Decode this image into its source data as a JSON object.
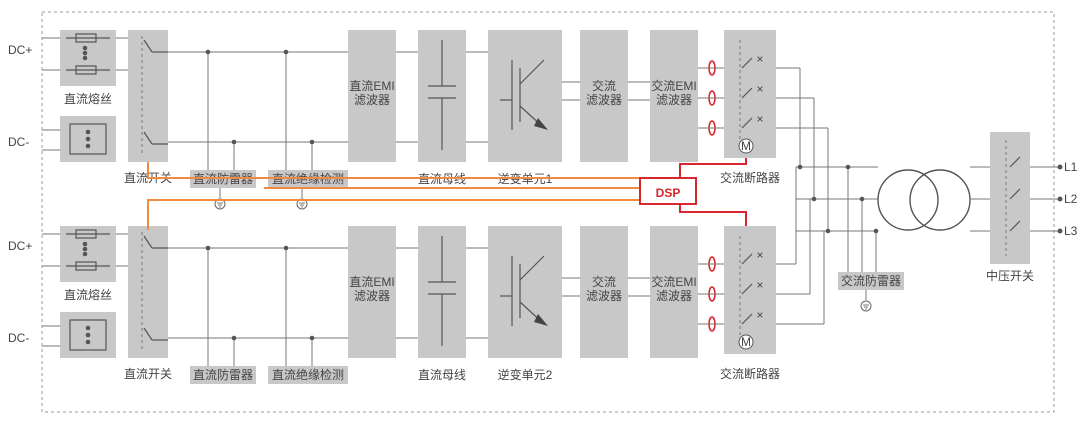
{
  "inputs": {
    "dc_plus": "DC+",
    "dc_minus": "DC-"
  },
  "dc_fuse": "直流熔丝",
  "dc_switch": "直流开关",
  "dc_surge": "直流防雷器",
  "insulation_detect": "直流绝缘检测",
  "dc_emi": "直流EMI\n滤波器",
  "dc_bus": "直流母线",
  "inverter_units": [
    "逆变单元1",
    "逆变单元2"
  ],
  "ac_filter": "交流\n滤波器",
  "ac_emi": "交流EMI\n滤波器",
  "ac_breaker": "交流断路器",
  "motor": "M",
  "dsp": "DSP",
  "ac_surge": "交流防雷器",
  "mv_switch": "中压开关",
  "outputs": [
    "L1",
    "L2",
    "L3"
  ],
  "colors": {
    "block": "#c8c8c8",
    "control_line": "#f08a3c",
    "dsp": "#d8262d",
    "wire": "#777777"
  }
}
